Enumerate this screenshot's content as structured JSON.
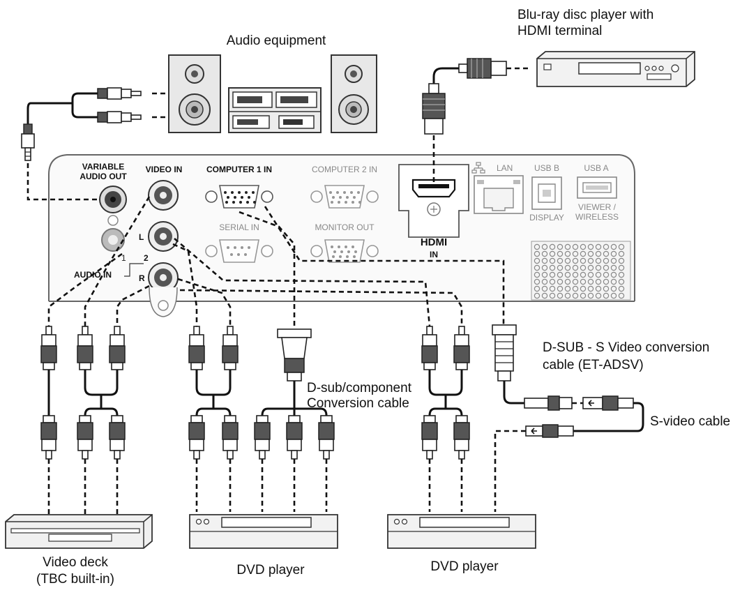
{
  "captions": {
    "audio_equipment": "Audio equipment",
    "bluray_line1": "Blu-ray disc player with",
    "bluray_line2": "HDMI terminal",
    "dsub_sv_line1": "D-SUB - S Video conversion",
    "dsub_sv_line2": "cable (ET-ADSV)",
    "dsub_comp_line1": "D-sub/component",
    "dsub_comp_line2": "Conversion cable",
    "svideo_cable": "S-video cable",
    "video_deck_line1": "Video deck",
    "video_deck_line2": "(TBC built-in)",
    "dvd_player_1": "DVD player",
    "dvd_player_2": "DVD player"
  },
  "panel": {
    "variable_audio_out_line1": "VARIABLE",
    "variable_audio_out_line2": "AUDIO OUT",
    "video_in": "VIDEO IN",
    "computer1_in": "COMPUTER 1 IN",
    "computer2_in": "COMPUTER 2 IN",
    "serial_in": "SERIAL IN",
    "monitor_out": "MONITOR OUT",
    "lan": "LAN",
    "usb_b": "USB B",
    "usb_a": "USB A",
    "display": "DISPLAY",
    "viewer_wireless_line1": "VIEWER /",
    "viewer_wireless_line2": "WIRELESS",
    "hdmi_logo": "HDMI",
    "hdmi_in": "IN",
    "audio_in": "AUDIO IN",
    "audio_in_1": "1",
    "audio_in_2": "2",
    "l": "L",
    "r": "R"
  }
}
